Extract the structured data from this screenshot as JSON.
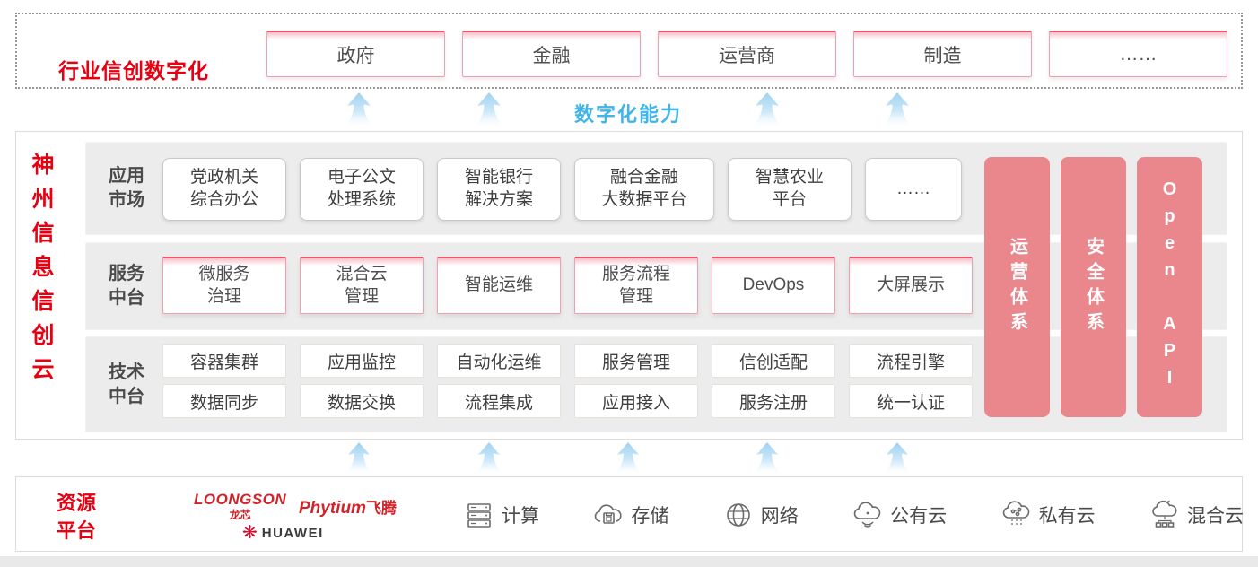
{
  "top_banner": {
    "label": "行业信创数字化",
    "industries": [
      "政府",
      "金融",
      "运营商",
      "制造",
      "……"
    ]
  },
  "capability_band": {
    "label": "数字化能力"
  },
  "main": {
    "title": "神州信息信创云",
    "app_row": {
      "label": "应用\n市场",
      "items": [
        "党政机关\n综合办公",
        "电子公文\n处理系统",
        "智能银行\n解决方案",
        "融合金融\n大数据平台",
        "智慧农业\n平台",
        "……"
      ]
    },
    "service_row": {
      "label": "服务\n中台",
      "items": [
        "微服务\n治理",
        "混合云\n管理",
        "智能运维",
        "服务流程\n管理",
        "DevOps",
        "大屏展示"
      ]
    },
    "tech_row": {
      "label": "技术\n中台",
      "items_top": [
        "容器集群",
        "应用监控",
        "自动化运维",
        "服务管理",
        "信创适配",
        "流程引擎"
      ],
      "items_bottom": [
        "数据同步",
        "数据交换",
        "流程集成",
        "应用接入",
        "服务注册",
        "统一认证"
      ]
    },
    "side_bars": [
      "运营体系",
      "安全体系",
      "Open API"
    ]
  },
  "resources": {
    "label": "资源\n平台",
    "logos": {
      "loongson_name": "LOONGSON",
      "loongson_sub": "龙芯",
      "phytium_name": "Phytium",
      "phytium_sub": "飞腾",
      "huawei_name": "HUAWEI"
    },
    "items": [
      {
        "icon": "compute-server-icon",
        "label": "计算"
      },
      {
        "icon": "storage-cloud-icon",
        "label": "存储"
      },
      {
        "icon": "network-globe-icon",
        "label": "网络"
      },
      {
        "icon": "public-cloud-icon",
        "label": "公有云"
      },
      {
        "icon": "private-cloud-icon",
        "label": "私有云"
      },
      {
        "icon": "hybrid-cloud-icon",
        "label": "混合云"
      }
    ]
  },
  "colors": {
    "brand_red": "#e60012",
    "pink_pillar": "#e9878c",
    "pink_border": "#e75871",
    "capability_blue": "#41b5e9",
    "row_gray": "#ececec"
  }
}
